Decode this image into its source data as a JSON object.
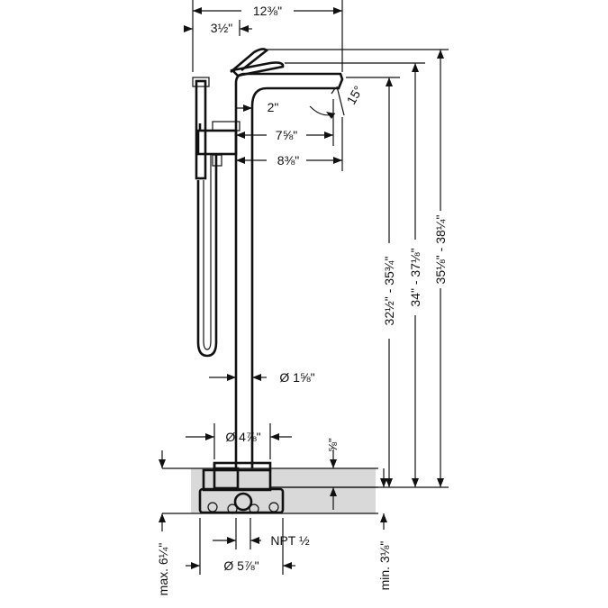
{
  "dimensions": {
    "overall_width": "12⅜\"",
    "handshower_offset": "3½\"",
    "spout_drop": "2\"",
    "spout_angle": "15°",
    "spout_reach_inner": "7⅝\"",
    "spout_reach_outer": "8⅜\"",
    "spout_height": "32½\" - 35¾\"",
    "handshower_height": "34\" - 37⅛\"",
    "lever_height": "35⅛\" - 38¼\"",
    "column_diameter": "Ø 1⅝\"",
    "base_diameter": "Ø 4⅞\"",
    "base_height": "⅝\"",
    "rough_diameter": "Ø 5⅞\"",
    "connection": "NPT ½",
    "max_depth": "max. 6¼\"",
    "min_depth": "min. 3⅛\""
  },
  "colors": {
    "line": "#111111",
    "floor": "#d9d9d9"
  }
}
